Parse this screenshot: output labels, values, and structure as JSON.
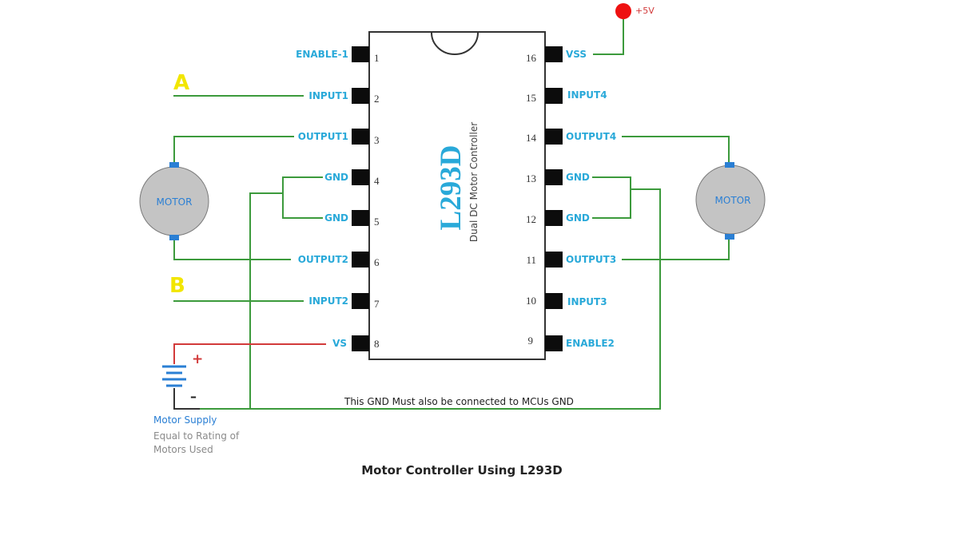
{
  "chip": {
    "part_number": "L293D",
    "subtitle": "Dual DC Motor Controller"
  },
  "pins_left": [
    {
      "number": "1",
      "label": "ENABLE-1"
    },
    {
      "number": "2",
      "label": "INPUT1"
    },
    {
      "number": "3",
      "label": "OUTPUT1"
    },
    {
      "number": "4",
      "label": "GND"
    },
    {
      "number": "5",
      "label": "GND"
    },
    {
      "number": "6",
      "label": "OUTPUT2"
    },
    {
      "number": "7",
      "label": "INPUT2"
    },
    {
      "number": "8",
      "label": "VS"
    }
  ],
  "pins_right": [
    {
      "number": "16",
      "label": "VSS"
    },
    {
      "number": "15",
      "label": "INPUT4"
    },
    {
      "number": "14",
      "label": "OUTPUT4"
    },
    {
      "number": "13",
      "label": "GND"
    },
    {
      "number": "12",
      "label": "GND"
    },
    {
      "number": "11",
      "label": "OUTPUT3"
    },
    {
      "number": "10",
      "label": "INPUT3"
    },
    {
      "number": "9",
      "label": "ENABLE2"
    }
  ],
  "input_labels": {
    "a": "A",
    "b": "B"
  },
  "motors": {
    "left": "MOTOR",
    "right": "MOTOR"
  },
  "power": {
    "vcc_label": "+5V"
  },
  "battery": {
    "plus": "+",
    "minus": "–",
    "name": "Motor Supply",
    "note_line1": "Equal to Rating of",
    "note_line2": "Motors Used"
  },
  "gnd_note": "This GND Must also be connected to MCUs GND",
  "caption": "Motor Controller Using L293D",
  "colors": {
    "wire_green": "#3c9a3c",
    "wire_red": "#d23a3a",
    "label_blue": "#29a9d9",
    "input_yellow": "#f2e600",
    "motor_fill": "#c4c4c4",
    "vcc_dot": "#ee1111"
  }
}
